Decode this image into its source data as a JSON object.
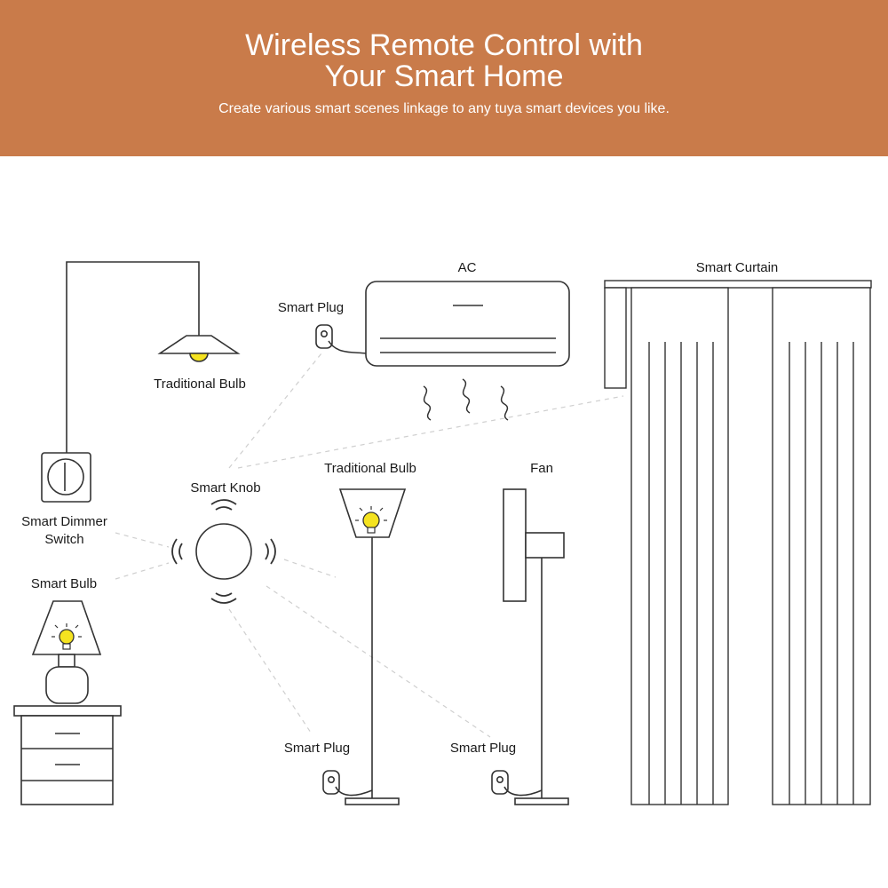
{
  "header": {
    "title_line1": "Wireless Remote Control with",
    "title_line2": "Your Smart Home",
    "subtitle": "Create various smart scenes linkage to any tuya smart devices you like."
  },
  "labels": {
    "ac": "AC",
    "smart_curtain": "Smart Curtain",
    "smart_plug_ac": "Smart Plug",
    "traditional_bulb_top": "Traditional Bulb",
    "smart_knob": "Smart Knob",
    "traditional_bulb_floor": "Traditional Bulb",
    "fan": "Fan",
    "smart_dimmer_line1": "Smart Dimmer",
    "smart_dimmer_line2": "Switch",
    "smart_bulb": "Smart Bulb",
    "smart_plug_lamp": "Smart Plug",
    "smart_plug_fan": "Smart Plug"
  },
  "colors": {
    "banner": "#c97b4a",
    "line": "#333333",
    "bulb": "#f5e320",
    "dashed": "#cfcfcf"
  }
}
